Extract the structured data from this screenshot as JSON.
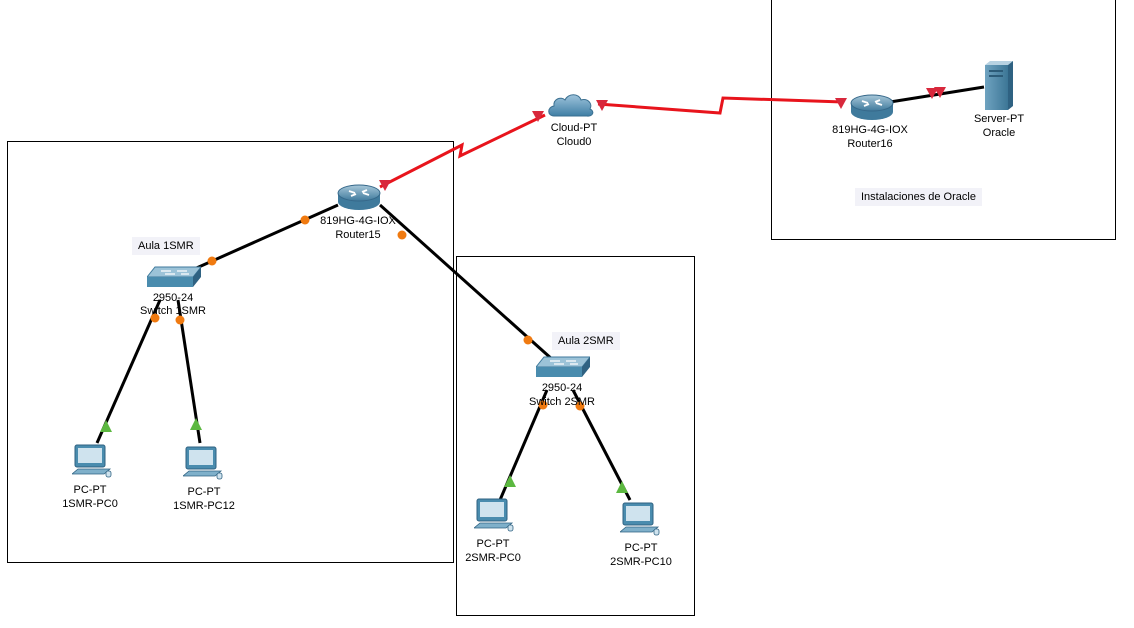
{
  "areas": {
    "aula1": "Aula 1SMR",
    "aula2": "Aula 2SMR",
    "oracle": "Instalaciones de Oracle"
  },
  "devices": {
    "cloud": {
      "model": "Cloud-PT",
      "name": "Cloud0"
    },
    "router15": {
      "model": "819HG-4G-IOX",
      "name": "Router15"
    },
    "router16": {
      "model": "819HG-4G-IOX",
      "name": "Router16"
    },
    "server": {
      "model": "Server-PT",
      "name": "Oracle"
    },
    "switch1": {
      "model": "2950-24",
      "name": "Switch 1SMR"
    },
    "switch2": {
      "model": "2950-24",
      "name": "Switch 2SMR"
    },
    "pc1a": {
      "model": "PC-PT",
      "name": "1SMR-PC0"
    },
    "pc1b": {
      "model": "PC-PT",
      "name": "1SMR-PC12"
    },
    "pc2a": {
      "model": "PC-PT",
      "name": "2SMR-PC0"
    },
    "pc2b": {
      "model": "PC-PT",
      "name": "2SMR-PC10"
    }
  },
  "colors": {
    "serial_link": "#e8141c",
    "ethernet_link": "#000000",
    "port_up_orange": "#f07a10",
    "port_up_green": "#5cb840",
    "port_serial_red": "#d8283c",
    "device_blue": "#4a8cae"
  },
  "icons": {
    "router": "router-icon",
    "switch": "switch-icon",
    "pc": "pc-icon",
    "server": "server-icon",
    "cloud": "cloud-icon"
  }
}
